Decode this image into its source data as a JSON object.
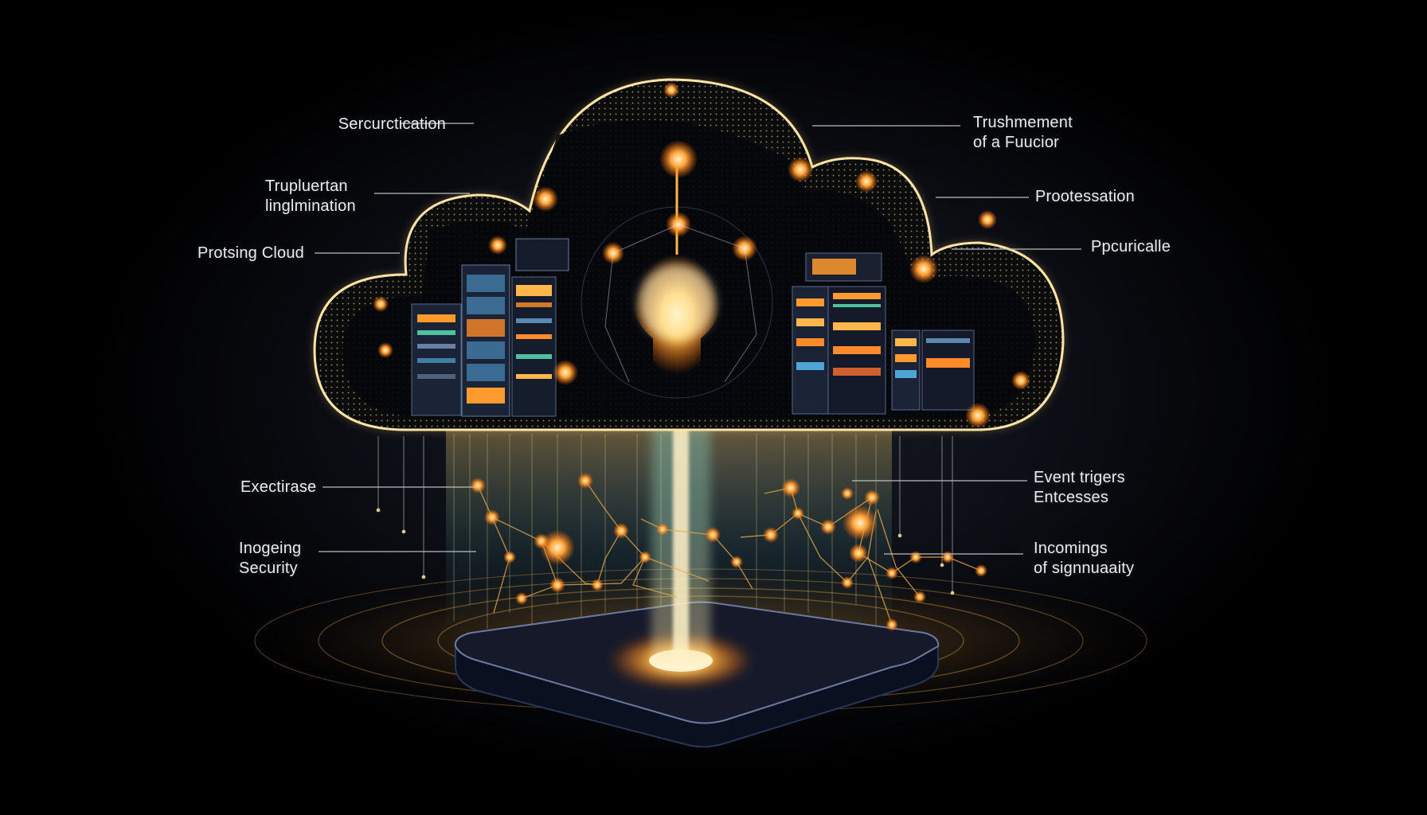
{
  "diagram": {
    "subject": "Serverless cloud computing illustration",
    "theme_colors": {
      "background": "#000000",
      "glow": "#ffb84d",
      "beam": "#7fe0d8",
      "node": "#ff9a3a",
      "text": "#e9ecef",
      "leader_line": "#9aa0a6"
    },
    "labels_left": [
      {
        "id": "sercurctication",
        "lines": [
          "Sercurctication"
        ]
      },
      {
        "id": "trupluertan",
        "lines": [
          "Trupluertan",
          "linglmination"
        ]
      },
      {
        "id": "protsing-cloud",
        "lines": [
          "Protsing Cloud"
        ]
      },
      {
        "id": "exectirase",
        "lines": [
          "Exectirase"
        ]
      },
      {
        "id": "inogeing-security",
        "lines": [
          "Inogeing",
          "Security"
        ]
      }
    ],
    "labels_right": [
      {
        "id": "trushmement",
        "lines": [
          "Trushmement",
          "of a Fuucior"
        ]
      },
      {
        "id": "prootessation",
        "lines": [
          "Prootessation"
        ]
      },
      {
        "id": "ppcuricalle",
        "lines": [
          "Ppcuricalle"
        ]
      },
      {
        "id": "event-trigers",
        "lines": [
          "Event trigers",
          "Entcesses"
        ]
      },
      {
        "id": "incomings",
        "lines": [
          "Incomings",
          "of signnuaaity"
        ]
      }
    ],
    "elements": {
      "cloud": "cloud-shape",
      "servers": "server-rack-icon",
      "lightbulb": "lightbulb-icon",
      "network": "node-network",
      "platform": "platform-base",
      "beam": "light-beam"
    }
  }
}
